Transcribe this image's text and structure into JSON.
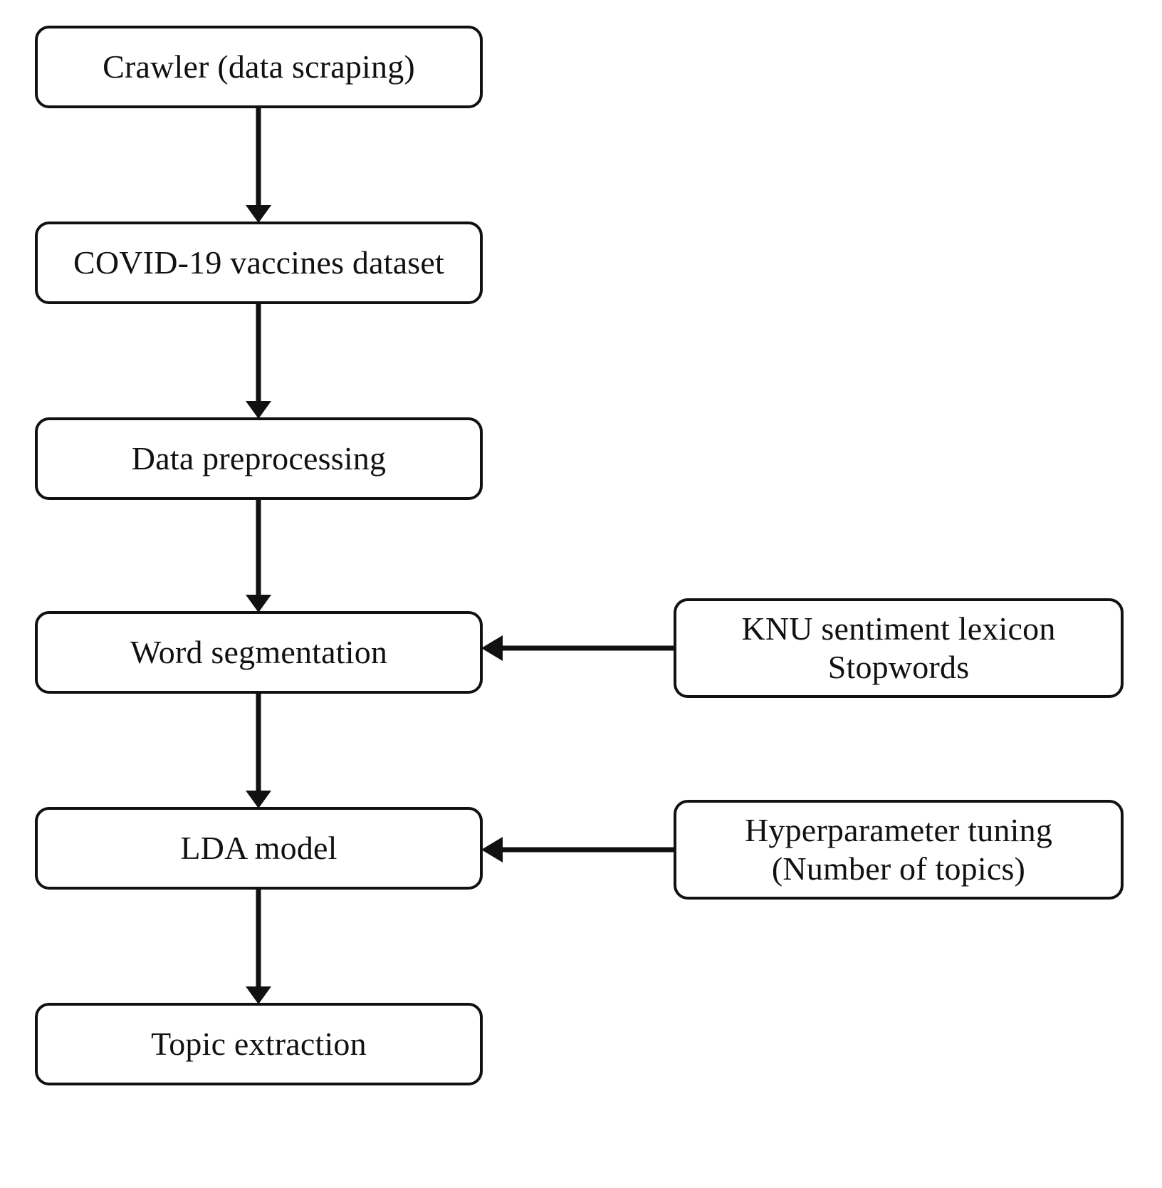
{
  "diagram": {
    "title": "COVID-19 vaccines topic modeling pipeline flowchart",
    "type": "flowchart",
    "orientation": "top-to-bottom",
    "style": {
      "node_fill": "#ffffff",
      "node_stroke": "#111111",
      "text_color": "#111111",
      "arrow_color": "#111111",
      "background": "#ffffff"
    },
    "nodes": [
      {
        "id": "crawler",
        "label": "Crawler (data scraping)",
        "lines": [
          "Crawler (data scraping)"
        ],
        "column": "main"
      },
      {
        "id": "dataset",
        "label": "COVID-19 vaccines dataset",
        "lines": [
          "COVID-19 vaccines dataset"
        ],
        "column": "main"
      },
      {
        "id": "preprocess",
        "label": "Data preprocessing",
        "lines": [
          "Data preprocessing"
        ],
        "column": "main"
      },
      {
        "id": "wordseg",
        "label": "Word segmentation",
        "lines": [
          "Word segmentation"
        ],
        "column": "main"
      },
      {
        "id": "lda",
        "label": "LDA model",
        "lines": [
          "LDA model"
        ],
        "column": "main"
      },
      {
        "id": "topic",
        "label": "Topic extraction",
        "lines": [
          "Topic extraction"
        ],
        "column": "main"
      },
      {
        "id": "lexicon",
        "label": "KNU sentiment lexicon Stopwords",
        "lines": [
          "KNU sentiment lexicon",
          "Stopwords"
        ],
        "column": "side"
      },
      {
        "id": "hyper",
        "label": "Hyperparameter tuning (Number of topics)",
        "lines": [
          "Hyperparameter tuning",
          "(Number of topics)"
        ],
        "column": "side"
      }
    ],
    "edges": [
      {
        "id": "e1",
        "from": "crawler",
        "to": "dataset",
        "direction": "down",
        "arrowhead": true
      },
      {
        "id": "e2",
        "from": "dataset",
        "to": "preprocess",
        "direction": "down",
        "arrowhead": true
      },
      {
        "id": "e3",
        "from": "preprocess",
        "to": "wordseg",
        "direction": "down",
        "arrowhead": true
      },
      {
        "id": "e4",
        "from": "wordseg",
        "to": "lda",
        "direction": "down",
        "arrowhead": true
      },
      {
        "id": "e5",
        "from": "lda",
        "to": "topic",
        "direction": "down",
        "arrowhead": true
      },
      {
        "id": "e6",
        "from": "lexicon",
        "to": "wordseg",
        "direction": "left",
        "arrowhead": true
      },
      {
        "id": "e7",
        "from": "hyper",
        "to": "lda",
        "direction": "left",
        "arrowhead": true
      }
    ]
  },
  "node_text": {
    "crawler": {
      "l0": "Crawler (data scraping)"
    },
    "dataset": {
      "l0": "COVID-19 vaccines dataset"
    },
    "preprocess": {
      "l0": "Data preprocessing"
    },
    "wordseg": {
      "l0": "Word segmentation"
    },
    "lda": {
      "l0": "LDA model"
    },
    "topic": {
      "l0": "Topic extraction"
    },
    "lexicon": {
      "l0": "KNU sentiment lexicon",
      "l1": "Stopwords"
    },
    "hyper": {
      "l0": "Hyperparameter tuning",
      "l1": "(Number of topics)"
    }
  }
}
